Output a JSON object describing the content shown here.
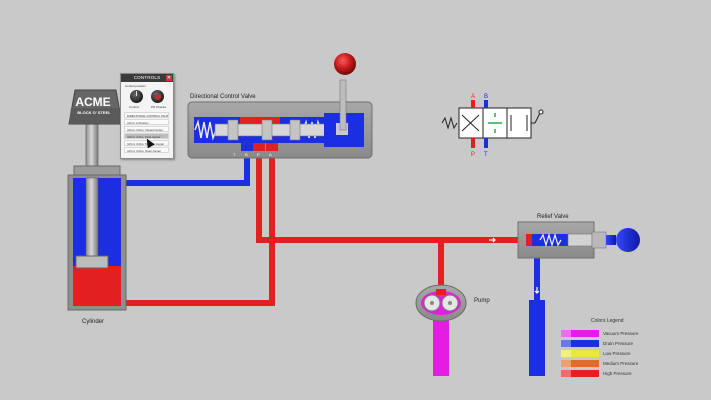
{
  "colors": {
    "background": "#c9c9c9",
    "vacuum": "#e21fe0",
    "drain": "#1b2fe0",
    "low": "#ece83a",
    "medium": "#e36a2a",
    "high": "#e31f1f",
    "body_gray": "#9a9a9a"
  },
  "cylinder": {
    "brand": "ACME",
    "brand_sub": "BLOCK O' STEEL",
    "label": "Cylinder"
  },
  "valve": {
    "label": "Directional Control Valve",
    "ports": [
      "T",
      "B",
      "P",
      "A"
    ]
  },
  "pump": {
    "label": "Pump"
  },
  "relief": {
    "label": "Relief Valve"
  },
  "symbol": {
    "top_ports": [
      "A",
      "B"
    ],
    "bottom_ports": [
      "P",
      "T"
    ]
  },
  "controls": {
    "title": "CONTROLS",
    "close_label": "✕",
    "knob_caption": "Control position",
    "knob_label": "Control",
    "button_label": "PD Checks",
    "options": [
      "DIRECTIONAL CONTROL VALVE",
      "4-Port, 2-Position",
      "4-Port, 3-Pos, Closed Center",
      "4-Port, 3-Pos, Float Center",
      "4-Port, 3-Pos, Tandem Center",
      "4-Port, 3-Pos, Open Center"
    ],
    "selected_index": 3
  },
  "legend": {
    "title": "Colors Legend",
    "items": [
      {
        "label": "Vacuum Pressure",
        "color": "#e21fe0"
      },
      {
        "label": "Drain Pressure",
        "color": "#1b2fe0"
      },
      {
        "label": "Low Pressure",
        "color": "#ece83a"
      },
      {
        "label": "Medium Pressure",
        "color": "#e36a2a"
      },
      {
        "label": "High Pressure",
        "color": "#e31f1f"
      }
    ]
  }
}
